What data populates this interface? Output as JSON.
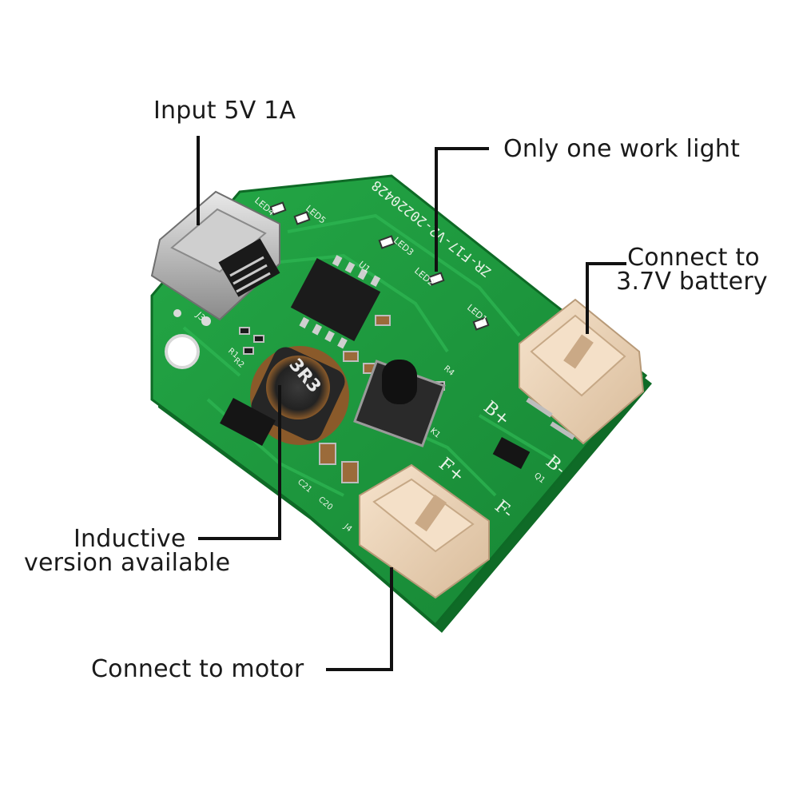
{
  "labels": {
    "input": "Input 5V 1A",
    "work_light": "Only one work light",
    "battery_line1": "Connect to",
    "battery_line2": "3.7V battery",
    "inductive_line1": "Inductive",
    "inductive_line2": "version available",
    "motor": "Connect to motor"
  },
  "board": {
    "silkscreen_code": "ZR-F17-V2-20220428",
    "inductor_marking": "3R3",
    "pad_battery_plus": "B+",
    "pad_battery_minus": "B-",
    "pad_motor_plus": "F+",
    "pad_motor_minus": "F-",
    "ref_led1": "LED1",
    "ref_led2": "LED2",
    "ref_led3": "LED3",
    "ref_led4": "LED4",
    "ref_led5": "LED5",
    "ref_u1": "U1",
    "ref_j3": "J3",
    "ref_j4": "J4",
    "ref_q1": "Q1",
    "ref_c20": "C20",
    "ref_c21": "C21",
    "ref_r1": "R1",
    "ref_r2": "R2",
    "ref_r4": "R4",
    "ref_k1": "K1"
  },
  "colors": {
    "pcb": "#1f9a3e",
    "pcb_dark": "#137a2c",
    "silk": "#e8f2e6",
    "connector": "#efd7bc",
    "callout_line": "#111111"
  }
}
